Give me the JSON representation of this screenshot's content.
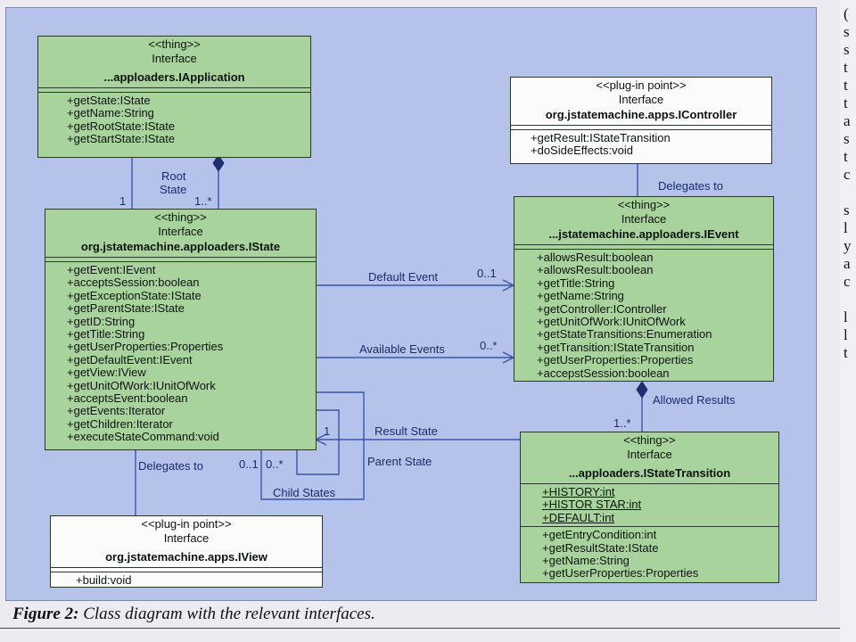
{
  "caption": {
    "label": "Figure 2:",
    "text": "Class diagram with the relevant interfaces."
  },
  "side_letters": [
    "(",
    "s",
    "s",
    "t",
    "t",
    "t",
    "a",
    "s",
    "t",
    "c",
    "",
    "s",
    "l",
    "y",
    "a",
    "c",
    "",
    "l",
    "l",
    "t",
    ""
  ],
  "iapplication": {
    "stereotype": "<<thing>>",
    "kind": "Interface",
    "name": "...apploaders.IApplication",
    "methods": [
      "+getState:IState",
      "+getName:String",
      "+getRootState:IState",
      "+getStartState:IState"
    ]
  },
  "icontroller": {
    "stereotype": "<<plug-in point>>",
    "kind": "Interface",
    "name": "org.jstatemachine.apps.IController",
    "methods": [
      "+getResult:IStateTransition",
      "+doSideEffects:void"
    ]
  },
  "istate": {
    "stereotype": "<<thing>>",
    "kind": "Interface",
    "name": "org.jstatemachine.apploaders.IState",
    "methods": [
      "+getEvent:IEvent",
      "+acceptsSession:boolean",
      "+getExceptionState:IState",
      "+getParentState:IState",
      "+getID:String",
      "+getTitle:String",
      "+getUserProperties:Properties",
      "+getDefaultEvent:IEvent",
      "+getView:IView",
      "+getUnitOfWork:IUnitOfWork",
      "+acceptsEvent:boolean",
      "+getEvents:Iterator",
      "+getChildren:Iterator",
      "+executeStateCommand:void"
    ]
  },
  "ievent": {
    "stereotype": "<<thing>>",
    "kind": "Interface",
    "name": "...jstatemachine.apploaders.IEvent",
    "methods": [
      "+allowsResult:boolean",
      "+allowsResult:boolean",
      "+getTitle:String",
      "+getName:String",
      "+getController:IController",
      "+getUnitOfWork:IUnitOfWork",
      "+getStateTransitions:Enumeration",
      "+getTransition:IStateTransition",
      "+getUserProperties:Properties",
      "+accepstSession:boolean"
    ]
  },
  "istatetransition": {
    "stereotype": "<<thing>>",
    "kind": "Interface",
    "name": "...apploaders.IStateTransition",
    "attributes": [
      "+HISTORY:int",
      "+HISTOR STAR:int",
      "+DEFAULT:int"
    ],
    "methods": [
      "+getEntryCondition:int",
      "+getResultState:IState",
      "+getName:String",
      "+getUserProperties:Properties"
    ]
  },
  "iview": {
    "stereotype": "<<plug-in point>>",
    "kind": "Interface",
    "name": "org.jstatemachine.apps.IView",
    "methods": [
      "+build:void"
    ]
  },
  "labels": {
    "root_state_1": "Root",
    "root_state_2": "State",
    "mult_1": "1",
    "mult_1_many": "1..*",
    "delegates_to_top": "Delegates to",
    "default_event": "Default Event",
    "default_event_mult": "0..1",
    "available_events": "Available Events",
    "available_events_mult": "0..*",
    "allowed_results": "Allowed Results",
    "allowed_mult": "1..*",
    "result_state": "Result State",
    "parent_state": "Parent State",
    "child_states": "Child States",
    "delegates_to_bottom": "Delegates to",
    "mult_01": "0..1",
    "mult_0many": "0..*",
    "mult_self": "1"
  }
}
